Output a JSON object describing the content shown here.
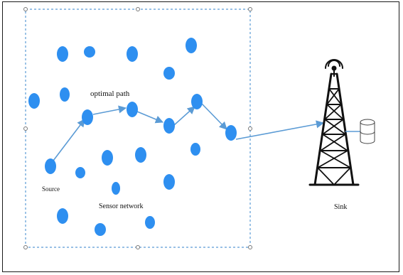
{
  "labels": {
    "optimal_path": "optimal path",
    "source": "Source",
    "sensor_network": "Sensor network",
    "sink": "Sink"
  },
  "colors": {
    "node": "#2e8ff0",
    "path": "#5b9bd5",
    "selection_border": "#5b9bd5",
    "tower": "#111111",
    "border": "#1b1b1b"
  },
  "icons": {
    "tower": "antenna-tower-icon",
    "storage": "database-cylinder-icon"
  }
}
